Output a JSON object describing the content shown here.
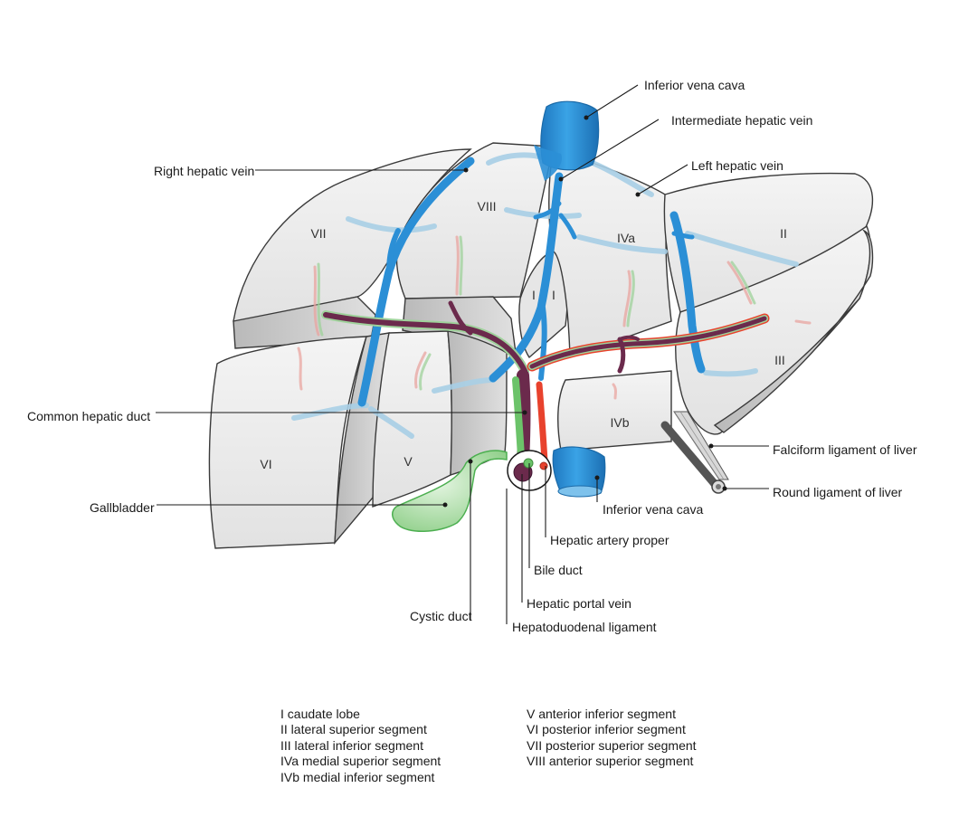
{
  "labels": {
    "inferior_vena_cava_top": "Inferior vena cava",
    "intermediate_hepatic_vein": "Intermediate hepatic vein",
    "left_hepatic_vein": "Left hepatic vein",
    "right_hepatic_vein": "Right hepatic vein",
    "common_hepatic_duct": "Common hepatic duct",
    "falciform_ligament": "Falciform ligament of liver",
    "round_ligament": "Round ligament of liver",
    "gallbladder": "Gallbladder",
    "inferior_vena_cava_bottom": "Inferior vena cava",
    "hepatic_artery_proper": "Hepatic artery proper",
    "bile_duct": "Bile duct",
    "hepatic_portal_vein": "Hepatic portal vein",
    "cystic_duct": "Cystic duct",
    "hepatoduodenal_ligament": "Hepatoduodenal ligament"
  },
  "segments": {
    "I_left": "I",
    "I_right": "I",
    "II": "II",
    "III": "III",
    "IVa": "IVa",
    "IVb": "IVb",
    "V": "V",
    "VI": "VI",
    "VII": "VII",
    "VIII": "VIII"
  },
  "legend": {
    "left": [
      "I caudate lobe",
      "II lateral superior segment",
      "III lateral inferior segment",
      "IVa medial superior segment",
      "IVb medial inferior segment"
    ],
    "right": [
      "V anterior inferior segment",
      "VI posterior inferior segment",
      "VII posterior superior segment",
      "VIII anterior superior segment"
    ]
  },
  "colors": {
    "lobe_fill": "#ececec",
    "lobe_side": "#c9c9c9",
    "hepatic_vein": "#2b8fd6",
    "hepatic_vein_faint": "#a8cfe6",
    "portal_vein": "#6b2a4c",
    "bile_duct": "#6cc36a",
    "artery": "#e8422d",
    "gallbladder": "#9fd69a"
  }
}
